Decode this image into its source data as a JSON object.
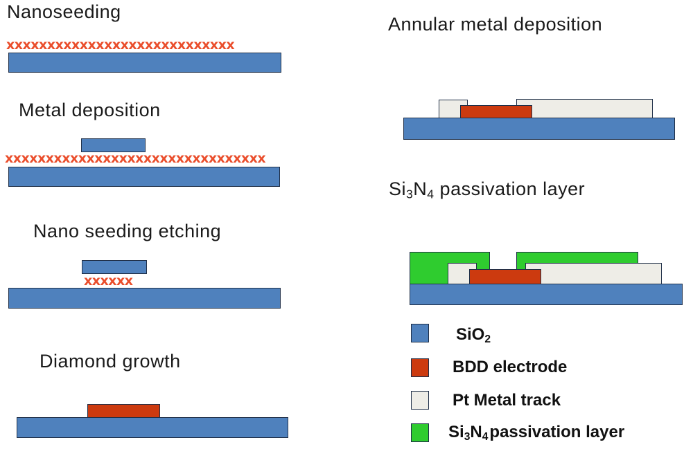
{
  "steps": {
    "nanoseeding": {
      "title": "Nanoseeding",
      "seeds": "xxxxxxxxxxxxxxxxxxxxxxxxxxxx"
    },
    "metal_deposition": {
      "title": "Metal deposition",
      "seeds": "xxxxxxxxxxxxxxxxxxxxxxxxxxxxxxxx"
    },
    "nano_seeding_etching": {
      "title": "Nano seeding etching",
      "seeds": "xxxxxx"
    },
    "diamond_growth": {
      "title": "Diamond growth"
    },
    "annular_metal_deposition": {
      "title": "Annular metal deposition"
    },
    "passivation": {
      "title_main": "Si",
      "title_sub1": "3",
      "title_mid": "N",
      "title_sub2": "4",
      "title_rest": " passivation layer"
    }
  },
  "legend": {
    "sio2": {
      "main": "SiO",
      "sub": "2",
      "color": "#4f81bd"
    },
    "bdd": {
      "label": "BDD electrode",
      "color": "#cc3a0f"
    },
    "pt": {
      "label": "Pt Metal track",
      "color": "#eeede7"
    },
    "si3n4": {
      "main": "Si",
      "sub1": "3",
      "mid": "N",
      "sub2": "4",
      "rest": "passivation layer",
      "color": "#2fcc2f"
    }
  }
}
